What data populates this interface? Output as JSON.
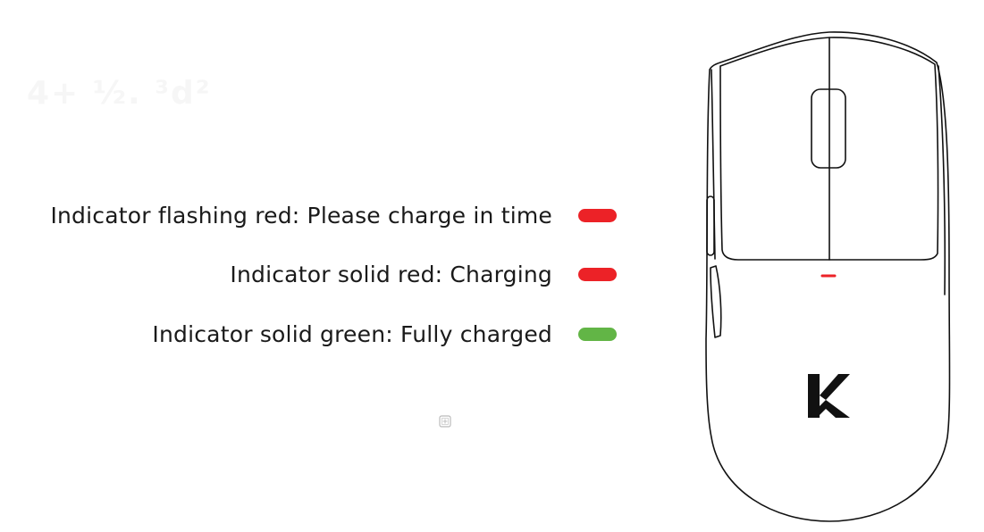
{
  "header": {
    "faint_title": "4+ ½. ³d²"
  },
  "legend": [
    {
      "text": "Indicator flashing red: Please charge in time",
      "color": "#ec2227"
    },
    {
      "text": "Indicator solid red: Charging",
      "color": "#ec2227"
    },
    {
      "text": "Indicator solid green: Fully charged",
      "color": "#62b546"
    }
  ],
  "mouse": {
    "indicator_color": "#ec2227",
    "logo": "K"
  },
  "icons": {
    "small": "crosshair-square-icon"
  }
}
